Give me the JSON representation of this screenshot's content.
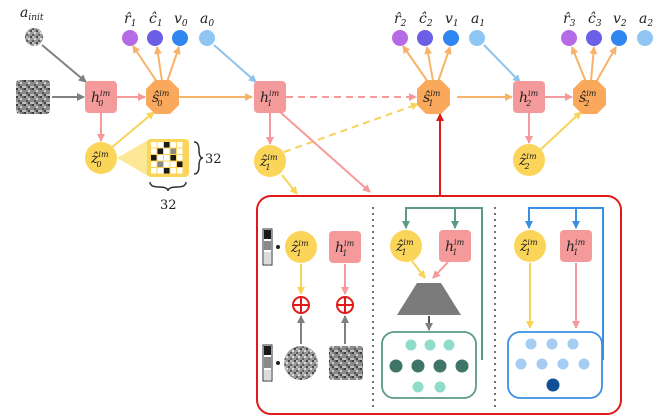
{
  "labels": {
    "a_init": "a",
    "a_init_sub": "init",
    "top_groups": [
      [
        "r̂",
        "1",
        "ĉ",
        "1",
        "v",
        "0",
        "a",
        "0"
      ],
      [
        "r̂",
        "2",
        "ĉ",
        "2",
        "v",
        "1",
        "a",
        "1"
      ],
      [
        "r̂",
        "3",
        "ĉ",
        "3",
        "v",
        "2",
        "a",
        "2"
      ]
    ],
    "h": "h",
    "s": "ŝ",
    "z": "ẑ",
    "im": "im",
    "h0_sub": "0",
    "h1_sub": "1",
    "h2_sub": "2",
    "s0_sub": "0",
    "s1_sub": "1",
    "s2_sub": "2",
    "z0_sub": "0",
    "z1_sub": "1",
    "z2_sub": "2",
    "grid_height": "32",
    "grid_width": "32"
  },
  "colors": {
    "h_node": "#f59a9a",
    "s_node": "#f9a85c",
    "z_node": "#fbd55a",
    "reward": "#b56ae6",
    "continue": "#6a5fe6",
    "value": "#2f86f0",
    "action": "#8fc6f4",
    "gray_arrow": "#808080",
    "orange_arrow": "#f7b36a",
    "pink_arrow": "#f5999a",
    "yellow_arrow": "#f7d35a",
    "blue_arrow": "#8dc4ee",
    "red_box": "#e01919",
    "teal": "#5a9a86",
    "blue": "#3a8fe3"
  }
}
